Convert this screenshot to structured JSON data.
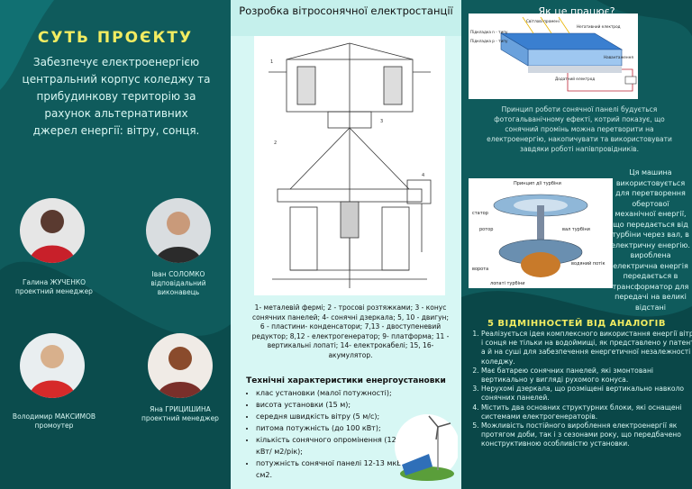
{
  "left": {
    "title": "СУТЬ ПРОЄКТУ",
    "description": "Забезпечує електроенергією центральний корпус коледжу та прибудинкову територію за рахунок альтернативних джерел енергії: вітру, сонця.",
    "people": [
      {
        "name": "Галина ЖУЧЕНКО",
        "role": "проектний менеджер"
      },
      {
        "name": "Іван СОЛОМКО",
        "role": "відповідальний виконавець"
      },
      {
        "name": "Володимир МАКСИМОВ",
        "role": "промоутер"
      },
      {
        "name": "Яна ГРИЦИШИНА",
        "role": "проектний менеджер"
      }
    ]
  },
  "middle": {
    "heading": "Розробка вітросонячної електростанції",
    "legend": "1- металевій фермі; 2 - тросові розтяжками; 3 - конус сонячних панелей; 4- сонячні дзеркала; 5, 10 - двигун; 6 - пластини- конденсатори; 7,13 - двоступеневий редуктор; 8,12 - електрогенератор; 9- платформа; 11 - вертикальні лопаті; 14- електрокабелі; 15, 16- акумулятор.",
    "specs_title": "Технічні характеристики енергоустановки",
    "specs": [
      "клас установки (малої потужності);",
      "висота установки (15 м);",
      "середня швидкість вітру (5 м/с);",
      "питома потужність (до 100 кВт);",
      "кількість сонячного опромінення (1250 кВт/ м2/рік);",
      "потужність сонячної панелі 12-13 мкВт/ см2."
    ]
  },
  "right": {
    "how_title": "Як це працює?",
    "panel_labels": {
      "glass": "Світлові промені",
      "n_layer": "Підкладка n - типу",
      "p_layer": "Підкладка p - типу",
      "top_electrode": "Негативний електрод",
      "bottom_electrode": "Додатний електрод",
      "load": "Навантаження"
    },
    "principle": "Принцип роботи сонячної панелі будується фотогальванічному ефекті, котрий показує, що сонячний промінь можна перетворити на електроенергію, накопичувати та використовувати завдяки роботі напівпровідників.",
    "turbine_labels": {
      "title": "Принцип дії турбіни",
      "stator": "статор",
      "rotor": "ротор",
      "shaft": "вал турбіни",
      "gates": "ворота",
      "water": "водяний потік",
      "blades": "лопаті турбіни"
    },
    "turbine_text": "Ця машина використовується для перетворення обертової механічної енергії, що передається від турбіни через вал, в електричну енергію. вироблена електрична енергія передається в трансформатор для передачі на великі відстані",
    "diff_title": "5 ВІДМІННОСТЕЙ ВІД АНАЛОГІВ",
    "diffs": [
      "Реалізується ідея комплексного використання енергії вітру і сонця не тільки на водоймищі, як представлено у патенті, а й на суші для забезпечення енергетичної незалежності коледжу.",
      "Має батарею сонячних панелей, які змонтовані вертикально у вигляді рухомого конуса.",
      "Нерухомі дзеркала, що розміщені вертикально навколо сонячних панелей.",
      "Містить два основних структурних блоки, які оснащені системами електрогенераторів.",
      "Можливість постійного вироблення електроенергії як протягом доби, так і з сезонами року, що передбачено конструктивною особливістю установки."
    ]
  },
  "colors": {
    "dark_teal": "#0f5b5c",
    "light_aqua": "#d7f7f4",
    "accent_yellow": "#f2ec61"
  }
}
